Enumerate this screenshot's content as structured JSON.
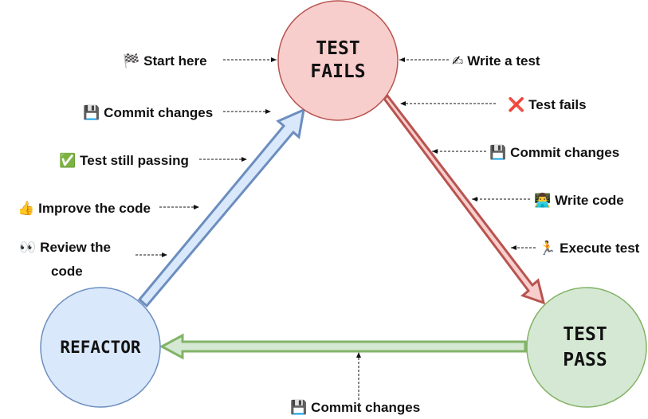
{
  "nodes": {
    "test_fails": {
      "line1": "TEST",
      "line2": "FAILS",
      "fill": "#f8cecc",
      "stroke": "#b85450"
    },
    "test_pass": {
      "line1": "TEST",
      "line2": "PASS",
      "fill": "#d5e8d4",
      "stroke": "#82b366"
    },
    "refactor": {
      "line1": "REFACTOR",
      "fill": "#dae8fc",
      "stroke": "#6c8ebf"
    }
  },
  "labels": {
    "start_here": {
      "icon": "🏁",
      "text": "Start here"
    },
    "write_test": {
      "icon": "✍",
      "text": "Write a test"
    },
    "test_fails": {
      "icon": "❌",
      "text": "Test fails"
    },
    "commit_right": {
      "icon": "💾",
      "text": "Commit changes"
    },
    "write_code": {
      "icon": "👨‍💻",
      "text": "Write code"
    },
    "execute_test": {
      "icon": "🏃",
      "text": "Execute test"
    },
    "commit_left": {
      "icon": "💾",
      "text": "Commit changes"
    },
    "still_passing": {
      "icon": "✅",
      "text": "Test still passing"
    },
    "improve_code": {
      "icon": "👍",
      "text": "Improve the code"
    },
    "review_code": {
      "icon": "👀",
      "line1": "Review the",
      "line2": "code"
    },
    "commit_bottom": {
      "icon": "💾",
      "text": "Commit changes"
    }
  },
  "colors": {
    "red_arrow_fill": "#f8cecc",
    "red_arrow_stroke": "#b85450",
    "green_arrow_fill": "#d5e8d4",
    "green_arrow_stroke": "#82b366",
    "blue_arrow_fill": "#dae8fc",
    "blue_arrow_stroke": "#6c8ebf"
  }
}
